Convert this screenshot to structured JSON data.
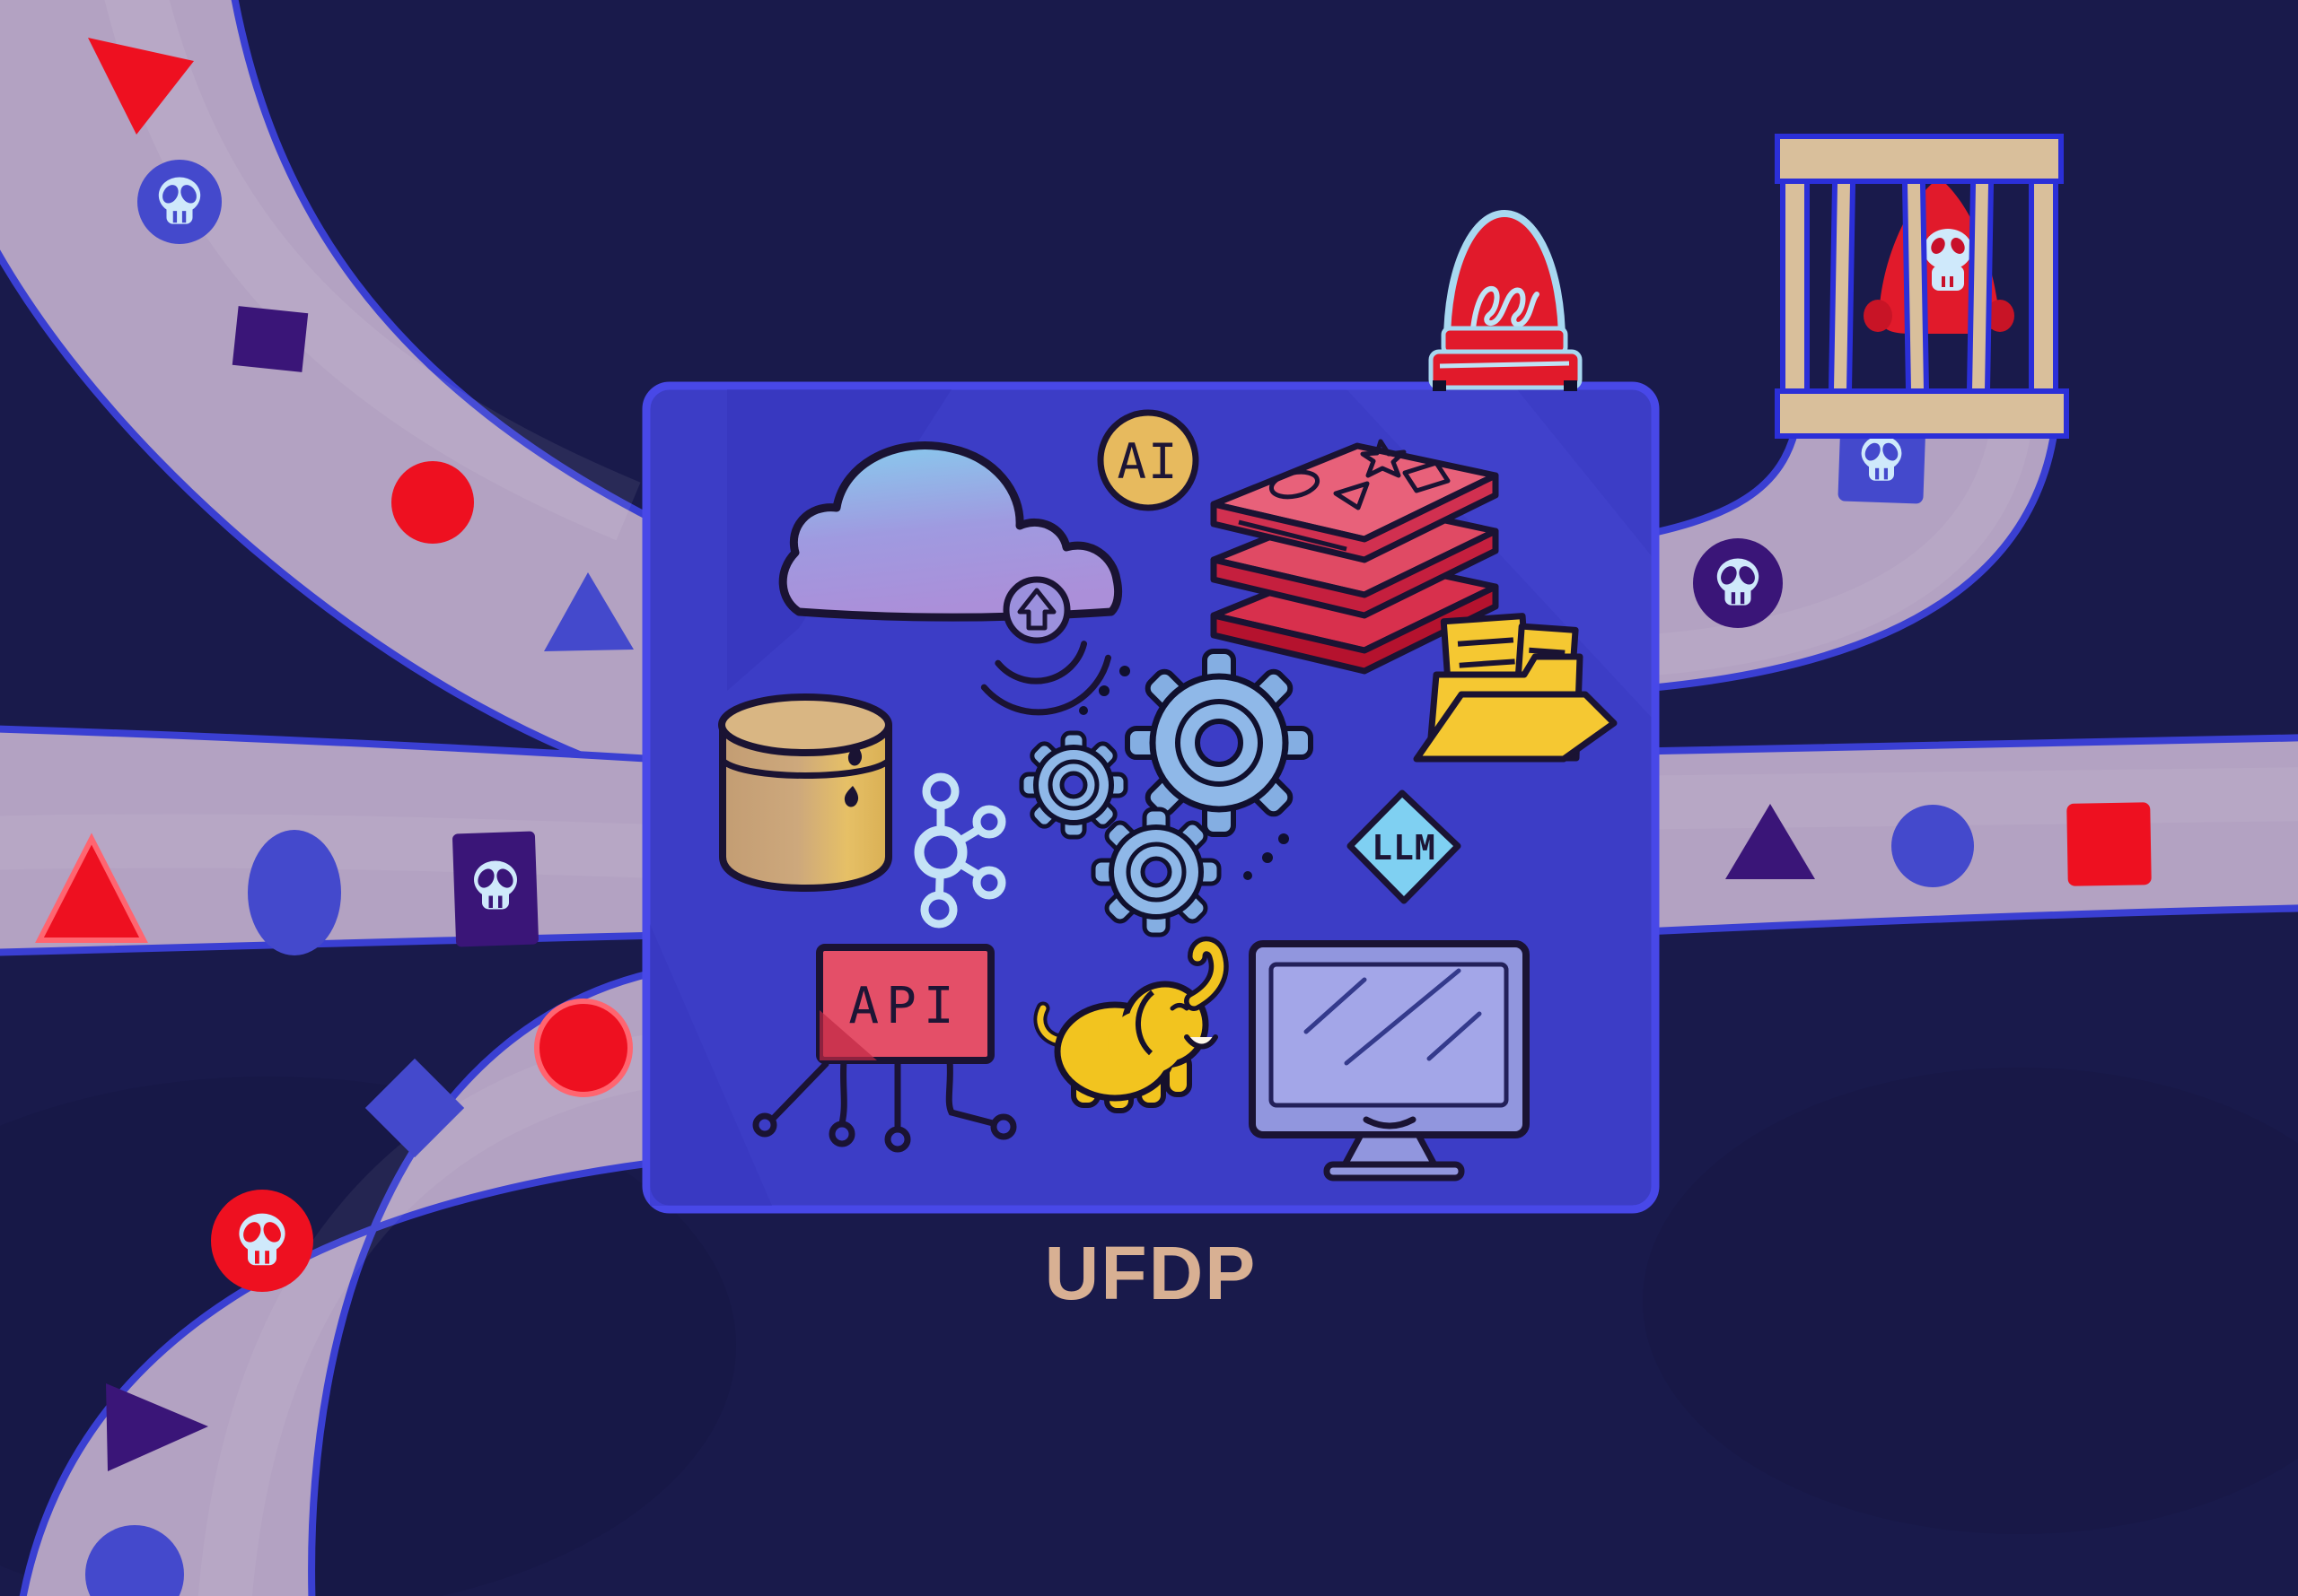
{
  "platform": {
    "label": "UFDP",
    "badges": {
      "ai": "AI",
      "llm": "LLM",
      "api": "API"
    },
    "icons": [
      "cloud-upload",
      "ai-coin",
      "redis-stack",
      "folder-documents",
      "gears",
      "kafka-network",
      "database-cylinder",
      "llm-diamond",
      "api-signpost",
      "hadoop-elephant",
      "monitor"
    ]
  },
  "alarm": {
    "type": "red-beacon"
  },
  "cage": {
    "occupant": "red-hooded-skull-figure"
  },
  "conveyors": [
    {
      "name": "top-left-inbound",
      "shapes": [
        "red-triangle",
        "blue-circle-skull",
        "purple-square",
        "red-circle",
        "blue-triangle"
      ]
    },
    {
      "name": "middle-left-inbound",
      "shapes": [
        "red-triangle",
        "blue-circle",
        "purple-square-skull"
      ]
    },
    {
      "name": "bottom-left-inbound",
      "shapes": [
        "red-circle",
        "blue-diamond",
        "red-circle-skull",
        "purple-triangle",
        "blue-circle"
      ]
    },
    {
      "name": "right-outbound",
      "shapes": [
        "purple-triangle",
        "blue-circle",
        "red-square"
      ]
    },
    {
      "name": "cage-outbound",
      "shapes": [
        "blue-square-skull",
        "purple-circle-skull"
      ]
    }
  ],
  "colors": {
    "background": "#191a4b",
    "road": "#b3a2c2",
    "road_edge": "#3a3fd2",
    "box": "#3c3dc6",
    "box_border": "#4848e8",
    "outline": "#1a1333",
    "skull": "#cfe9fb",
    "cargo_red": "#ee1020",
    "cargo_blue": "#4449cc",
    "cargo_purple": "#3a1578",
    "coin": "#e7ba5e",
    "redis_top": "#e8617a",
    "redis_mid": "#e04a64",
    "redis_bottom": "#d8304d",
    "redis_front1": "#d13050",
    "redis_front2": "#c51f3e",
    "redis_front3": "#b5122e",
    "folder": "#f5c832",
    "gear": "#8fb8e8",
    "gear_teeth": "#84aee2",
    "kafka": "#c4e2f6",
    "llm": "#7fd0f2",
    "monitor": "#9196de",
    "monitor_screen": "#a3a6e8",
    "api": "#e44f68",
    "elephant": "#f2c41f",
    "alarm_red": "#e11a2b",
    "alarm_glass": "#a8d8f0",
    "cage_wood": "#d9bf9b",
    "cage_edge": "#2b2fd8",
    "prisoner_red": "#e11a2b",
    "cloud_top": "#87cdee",
    "cloud_bottom": "#ab8fd9",
    "db_left": "#c39d73",
    "db_right": "#e6c066",
    "text_tan": "#d8b093"
  }
}
